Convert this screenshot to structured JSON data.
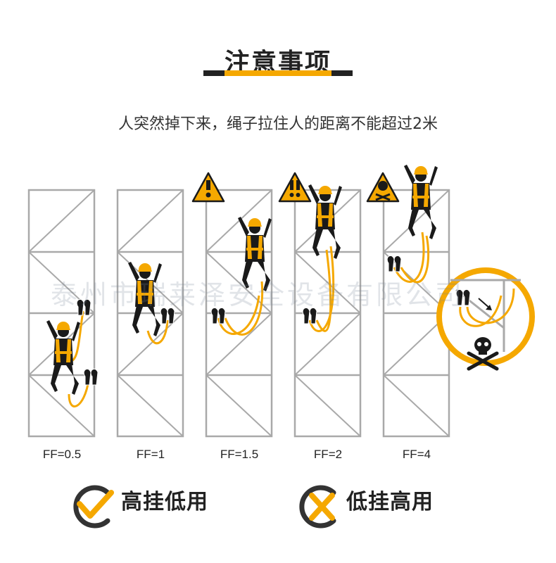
{
  "title": "注意事项",
  "subtitle": "人突然掉下来，绳子拉住人的距离不能超过2米",
  "watermark": "泰州市瑞莱泽安全设备有限公司",
  "fall_factors": [
    "FF=0.5",
    "FF=1",
    "FF=1.5",
    "FF=2",
    "FF=4"
  ],
  "warnings": [
    "exclamation-icon",
    "double-exclamation-icon",
    "skull-crossbones-icon"
  ],
  "correct": {
    "label": "高挂低用",
    "icon": "check-icon"
  },
  "wrong": {
    "label": "低挂高用",
    "icon": "cross-icon"
  },
  "colors": {
    "accent": "#f5a800",
    "dark": "#1a1a1a",
    "frame": "#a9a9a9"
  }
}
